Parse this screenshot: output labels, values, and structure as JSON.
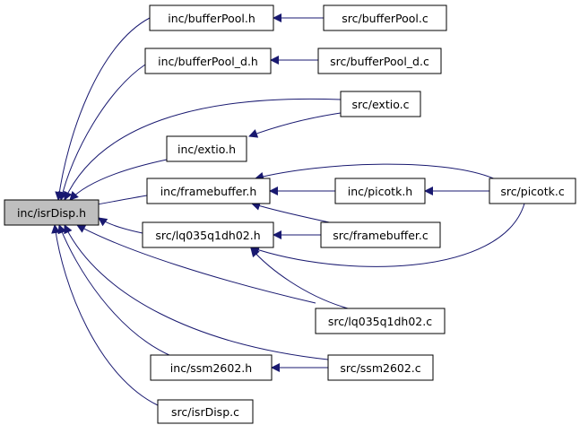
{
  "colors": {
    "edge": "#191970",
    "node_border": "#000000",
    "node_fill": "#ffffff",
    "root_fill": "#bfbfbf"
  },
  "nodes": [
    {
      "id": "isrDisp_h",
      "label": "inc/isrDisp.h",
      "root": true
    },
    {
      "id": "bufferPool_h",
      "label": "inc/bufferPool.h"
    },
    {
      "id": "bufferPool_c",
      "label": "src/bufferPool.c"
    },
    {
      "id": "bufferPool_d_h",
      "label": "inc/bufferPool_d.h"
    },
    {
      "id": "bufferPool_d_c",
      "label": "src/bufferPool_d.c"
    },
    {
      "id": "extio_c",
      "label": "src/extio.c"
    },
    {
      "id": "extio_h",
      "label": "inc/extio.h"
    },
    {
      "id": "framebuffer_h",
      "label": "inc/framebuffer.h"
    },
    {
      "id": "picotk_h",
      "label": "inc/picotk.h"
    },
    {
      "id": "picotk_c",
      "label": "src/picotk.c"
    },
    {
      "id": "lq035_h",
      "label": "src/lq035q1dh02.h"
    },
    {
      "id": "framebuffer_c",
      "label": "src/framebuffer.c"
    },
    {
      "id": "lq035_c",
      "label": "src/lq035q1dh02.c"
    },
    {
      "id": "ssm2602_h",
      "label": "inc/ssm2602.h"
    },
    {
      "id": "ssm2602_c",
      "label": "src/ssm2602.c"
    },
    {
      "id": "isrDisp_c",
      "label": "src/isrDisp.c"
    }
  ]
}
